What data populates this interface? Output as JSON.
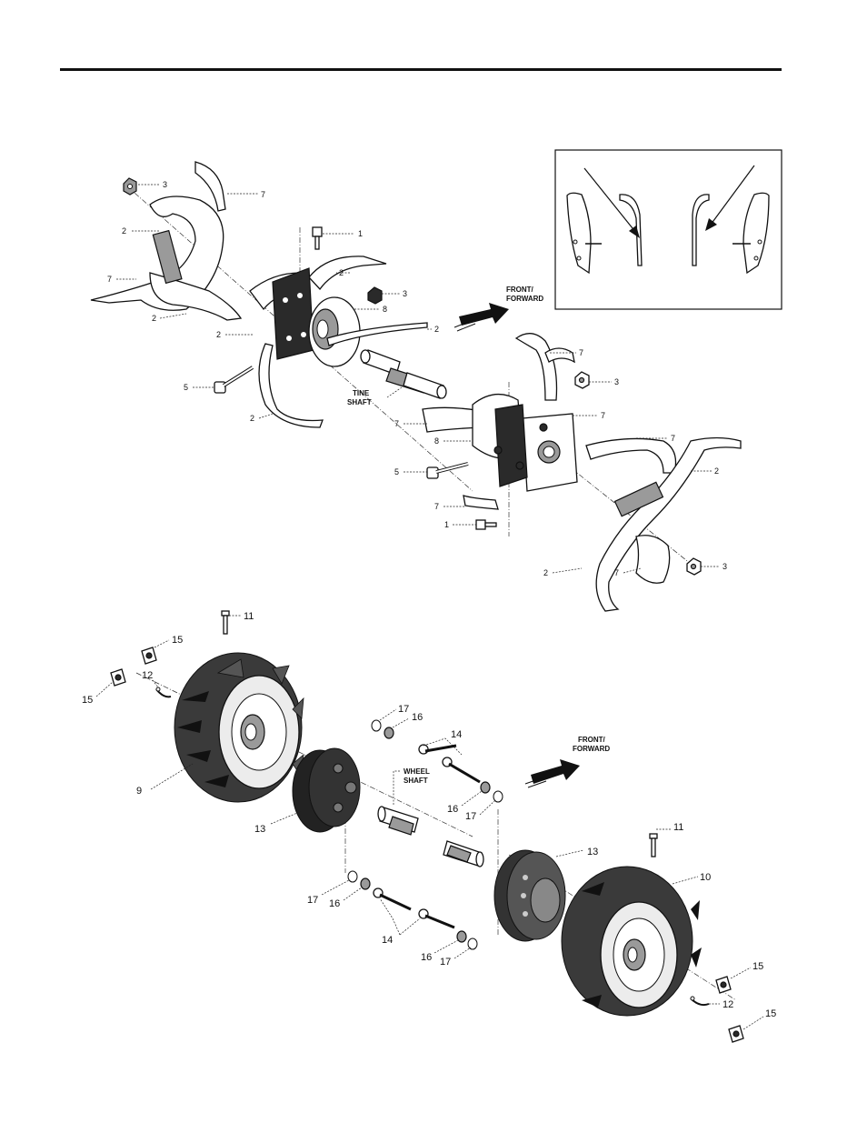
{
  "figure": {
    "tine_assembly": {
      "direction_label": [
        "FRONT/",
        "FORWARD"
      ],
      "shaft_label": [
        "TINE",
        "SHAFT"
      ],
      "callouts": [
        "1",
        "2",
        "3",
        "5",
        "7",
        "8"
      ]
    },
    "wheel_assembly": {
      "direction_label": [
        "FRONT/",
        "FORWARD"
      ],
      "shaft_label": [
        "WHEEL",
        "SHAFT"
      ],
      "callouts": [
        "9",
        "10",
        "11",
        "12",
        "13",
        "14",
        "15",
        "16",
        "17"
      ]
    },
    "inset": {
      "description_visible": false
    }
  }
}
